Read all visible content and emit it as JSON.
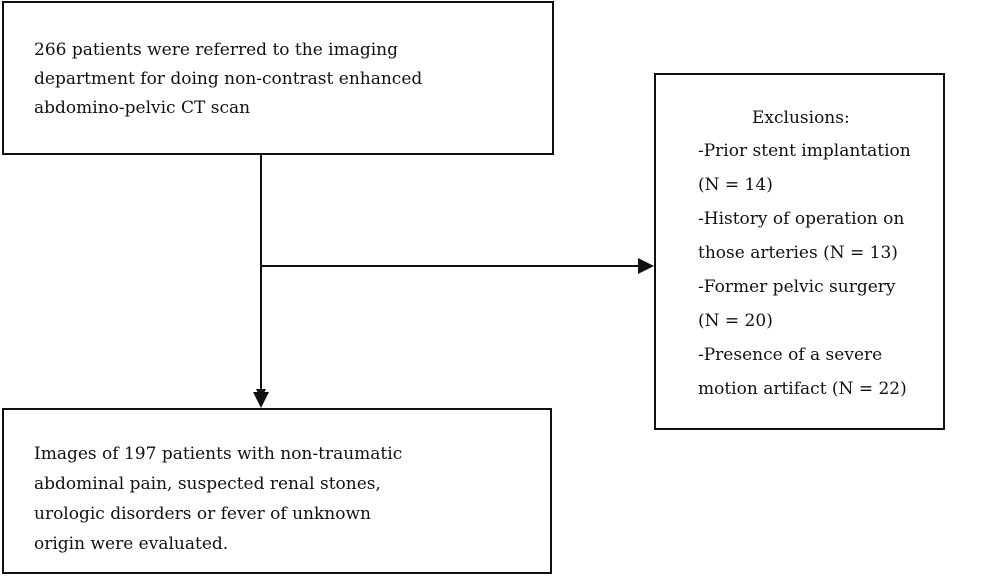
{
  "referral_box": {
    "lines": [
      "266 patients were referred to the imaging",
      "department for doing non-contrast enhanced",
      "abdomino-pelvic CT scan"
    ]
  },
  "evaluated_box": {
    "lines": [
      "Images of 197 patients with non-traumatic",
      "abdominal pain, suspected renal stones,",
      "urologic disorders or fever of unknown",
      "origin were evaluated."
    ]
  },
  "exclusions_box": {
    "title": "Exclusions:",
    "lines": [
      "-Prior stent implantation",
      "(N = 14)",
      "-History of operation on",
      "those arteries (N = 13)",
      "-Former pelvic surgery",
      "(N = 20)",
      "-Presence of a severe",
      "motion artifact (N = 22)"
    ]
  },
  "colors": {
    "stroke": "#111111",
    "background": "#ffffff"
  }
}
